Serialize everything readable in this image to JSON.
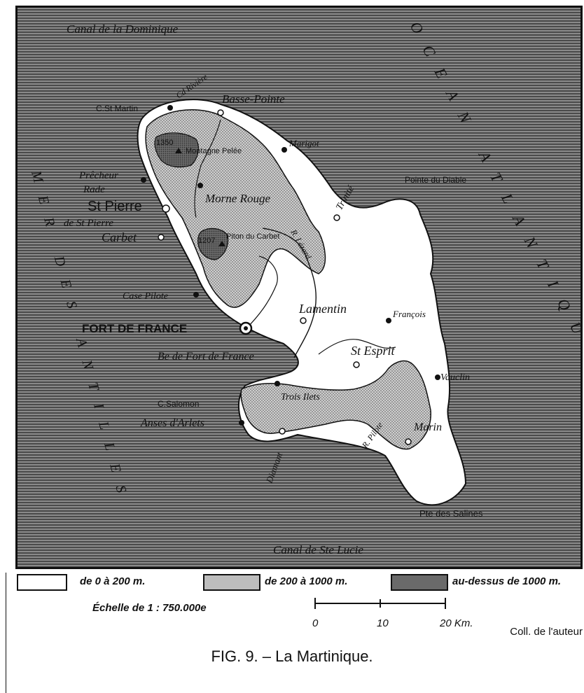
{
  "map": {
    "labels": {
      "canal_dominique": "Canal de la Dominique",
      "canal_ste_lucie": "Canal de Ste Lucie",
      "ocean_atlantique": "OCEAN ATLANTIQUE",
      "mer_des_antilles": "MER DES ANTILLES",
      "cd_riviere": "Cd Rivière",
      "c_st_martin": "C.St Martin",
      "basse_pointe": "Basse-Pointe",
      "marigot": "Marigot",
      "trinite": "Trinité",
      "pointe_du_diable": "Pointe du Diable",
      "precheur": "Prêcheur",
      "rade": "Rade",
      "st_pierre": "St Pierre",
      "de_st_pierre": "de St Pierre",
      "carbet": "Carbet",
      "morne_rouge": "Morne Rouge",
      "montagne_pelee": "Montagne Pelée",
      "elev_1350": "1350",
      "piton_du_carbet": "Piton du Carbet",
      "elev_1207": "1207",
      "r_lezard": "R. Lézard",
      "case_pilote": "Case Pilote",
      "fort_de_france": "FORT DE FRANCE",
      "lamentin": "Lamentin",
      "francois": "François",
      "baie_fort_de_france": "Be de Fort de France",
      "st_esprit": "St Esprit",
      "vauclin": "Vauclin",
      "c_salomon": "C.Salomon",
      "trois_ilets": "Trois Ilets",
      "anses_darlets": "Anses d'Arlets",
      "diamant": "Diamant",
      "r_pilote": "R. Pilote",
      "marin": "Marin",
      "pte_des_salines": "Pte des Salines"
    }
  },
  "legend": {
    "low": "de 0 à 200 m.",
    "mid": "de 200 à 1000 m.",
    "high": "au-dessus de 1000 m.",
    "scale_text": "Échelle de 1 : 750.000e",
    "scale_ticks": [
      "0",
      "10",
      "20 Km."
    ]
  },
  "credit": "Coll. de l'auteur",
  "caption": "FIG. 9. – La Martinique.",
  "colors": {
    "sea": "#5a5a5a",
    "land_low": "#ffffff",
    "land_mid": "#b0b0b0",
    "land_high": "#6a6a6a",
    "ink": "#111111"
  }
}
